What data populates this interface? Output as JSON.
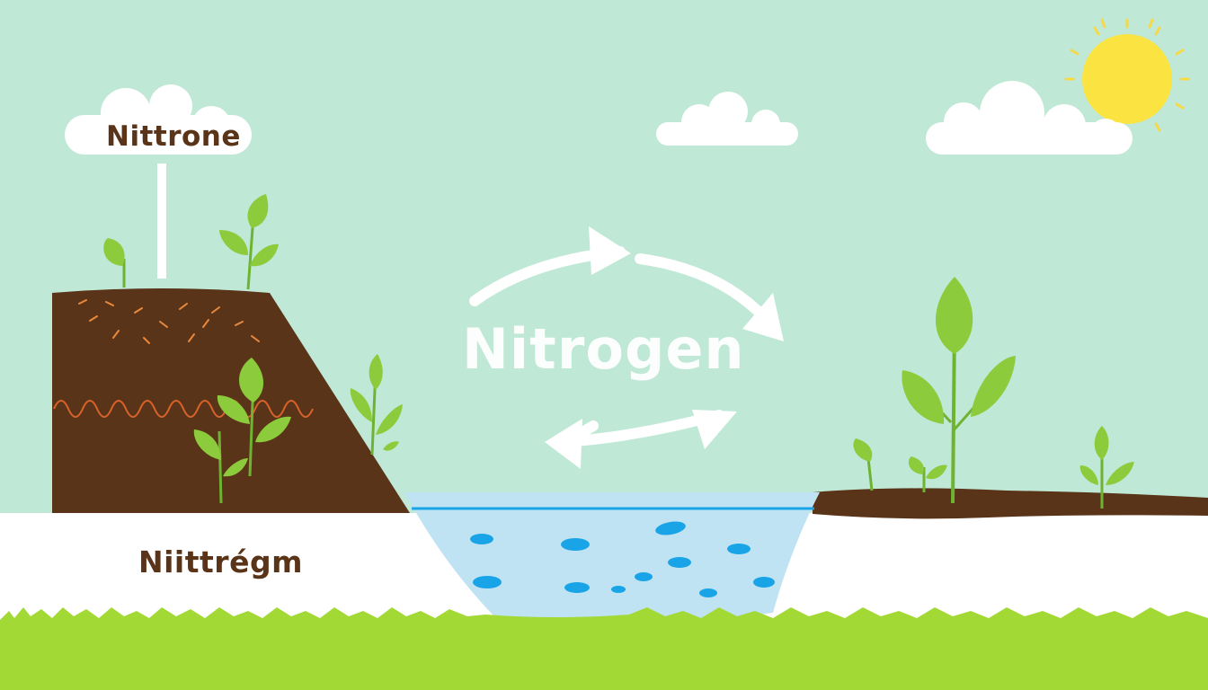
{
  "labels": {
    "cloud_label": "Nittrone",
    "center_label": "Nitrogen",
    "ground_label": "Niittrégm"
  },
  "colors": {
    "sky": "#bfe8d6",
    "soil": "#5a3418",
    "grass": "#a2d935",
    "leaf": "#8ccc3c",
    "stem": "#6fb332",
    "water": "#bfe3f2",
    "water_dots": "#1aa4e8",
    "sun": "#fbe442",
    "cloud": "#ffffff",
    "arrow": "#ffffff",
    "label_text": "#5a3418"
  },
  "icons": {
    "sun": "sun-icon",
    "clouds": "cloud-icon",
    "plants": "sprout-icon",
    "cycle_arrows": "cycle-arrow-icon"
  }
}
